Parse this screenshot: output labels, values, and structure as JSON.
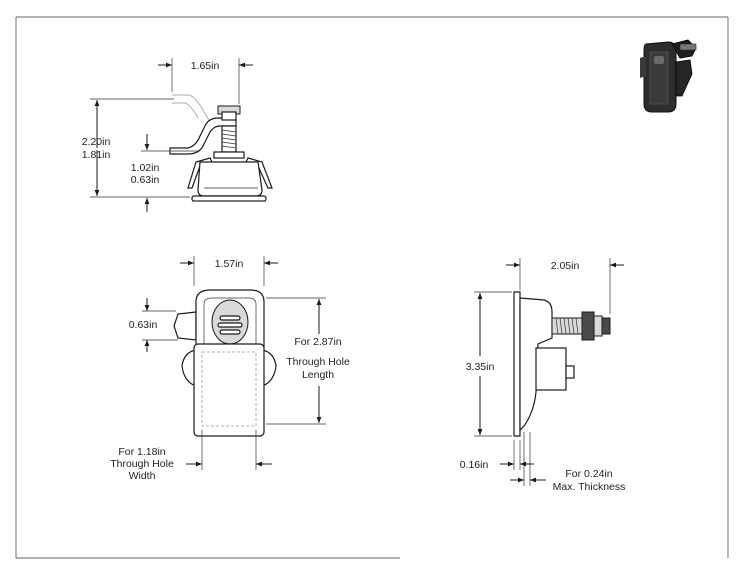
{
  "views": {
    "top": {
      "width": "1.65in",
      "height_max": "2.20in",
      "height_min": "1.81in",
      "grip_max": "1.02in",
      "grip_min": "0.63in"
    },
    "front": {
      "width": "1.57in",
      "offset": "0.63in",
      "hole_length_line1": "For 2.87in",
      "hole_length_line2": "Through Hole",
      "hole_length_line3": "Length",
      "hole_width_line1": "For 1.18in",
      "hole_width_line2": "Through Hole",
      "hole_width_line3": "Width"
    },
    "side": {
      "depth": "2.05in",
      "height": "3.35in",
      "flange": "0.16in",
      "thickness_line1": "For 0.24in",
      "thickness_line2": "Max. Thickness"
    }
  },
  "thumbnail": {
    "icon": "latch-photo-icon"
  }
}
